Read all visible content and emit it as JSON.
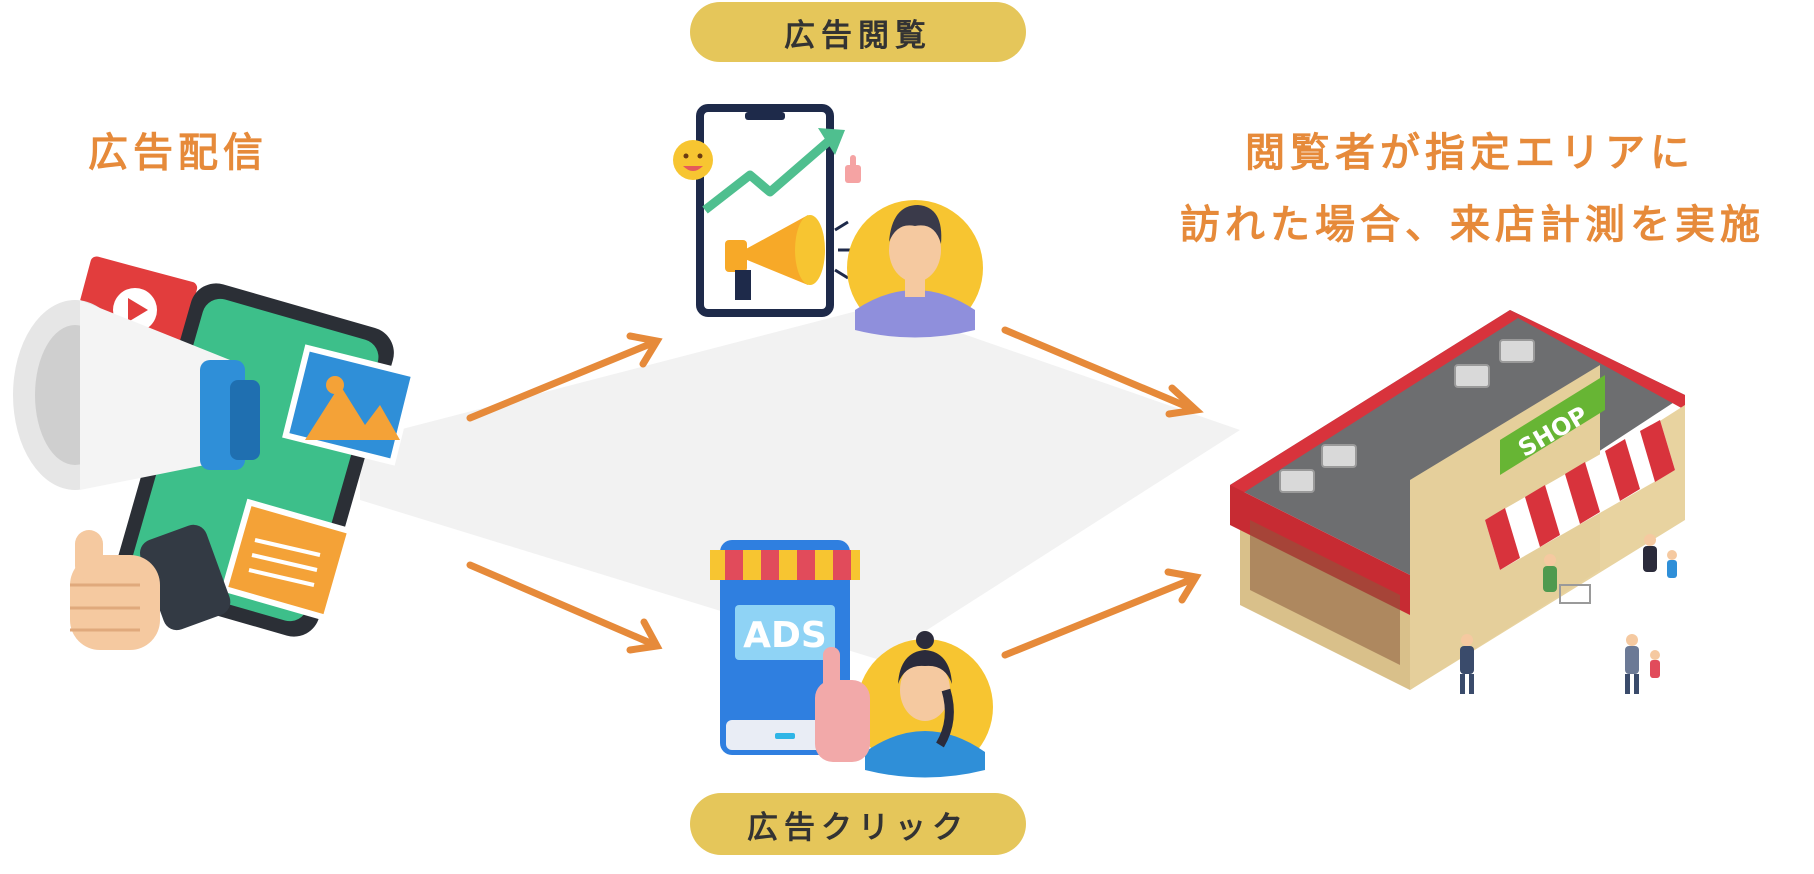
{
  "labels": {
    "ad_delivery": "広告配信",
    "ad_view": "広告閲覧",
    "ad_click": "広告クリック",
    "visit_line_1": "閲覧者が指定エリアに",
    "visit_line_2": "訪れた場合、来店計測を実施"
  },
  "images": {
    "ads_text": "ADS",
    "shop_sign": "SHOP"
  },
  "colors": {
    "accent_orange": "#e68a3a",
    "pill_gold": "#e5c65a",
    "background_band": "#f2f2f2"
  }
}
